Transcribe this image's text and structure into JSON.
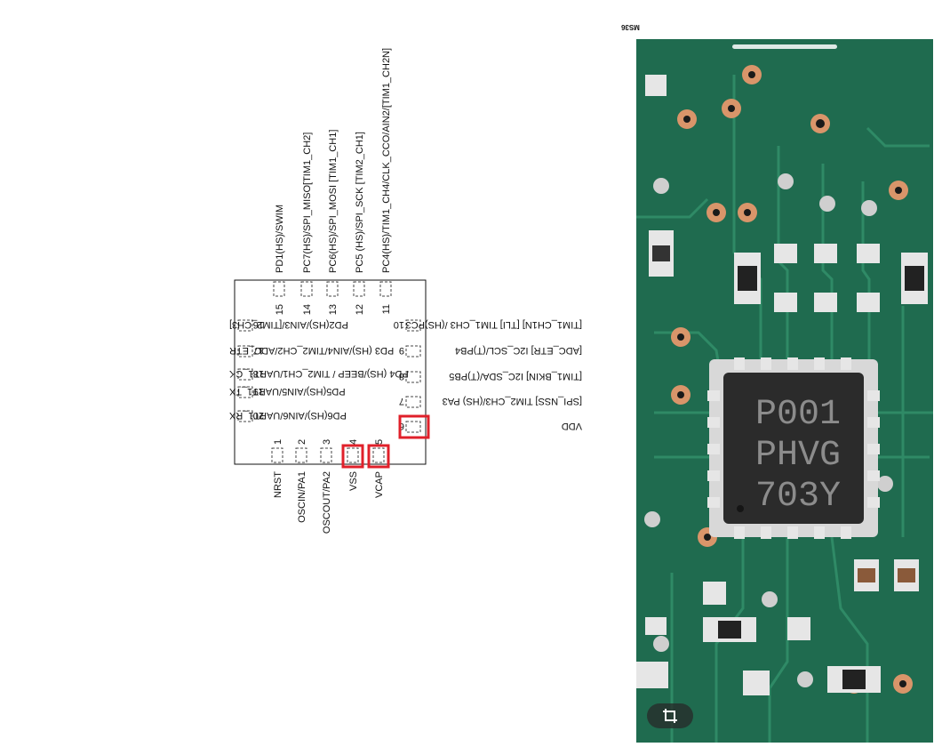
{
  "corner_tag": "MS36",
  "chip": {
    "pins_bottom": [
      {
        "num": "1",
        "label": "NRST",
        "highlight": false
      },
      {
        "num": "2",
        "label": "OSCIN/PA1",
        "highlight": false
      },
      {
        "num": "3",
        "label": "OSCOUT/PA2",
        "highlight": false
      },
      {
        "num": "4",
        "label": "VSS",
        "highlight": true
      },
      {
        "num": "5",
        "label": "VCAP",
        "highlight": true
      }
    ],
    "pins_right": [
      {
        "num": "6",
        "label": "VDD",
        "highlight": true
      },
      {
        "num": "7",
        "label": "[SPI_NSS] TIM2_CH3/(HS) PA3",
        "highlight": false
      },
      {
        "num": "8",
        "label": "[TIM1_BKIN] I2C_SDA/(T)PB5",
        "highlight": false
      },
      {
        "num": "9",
        "label": "[ADC_ETR] I2C_SCL/(T)PB4",
        "highlight": false
      },
      {
        "num": "10",
        "label": "[TIM1_CH1N] [TLI] TIM1_CH3 /(HS)PC3",
        "highlight": false
      }
    ],
    "pins_top": [
      {
        "num": "11",
        "label": "PC4(HS)/TIM1_CH4/CLK_CCO/AIN2/[TIM1_CH2N]",
        "highlight": false
      },
      {
        "num": "12",
        "label": "PC5 (HS)/SPI_SCK [TIM2_CH1]",
        "highlight": false
      },
      {
        "num": "13",
        "label": "PC6(HS)/SPI_MOSI [TIM1_CH1]",
        "highlight": false
      },
      {
        "num": "14",
        "label": "PC7(HS)/SPI_MISO[TIM1_CH2]",
        "highlight": false
      },
      {
        "num": "15",
        "label": "PD1(HS)/SWIM",
        "highlight": false
      }
    ],
    "pins_left": [
      {
        "num": "16",
        "label": "PD2(HS)/AIN3/[TIM2_CH3]",
        "highlight": false
      },
      {
        "num": "17",
        "label": "PD3 (HS)/AIN4/TIM2_CH2/ADC_ETR",
        "highlight": false
      },
      {
        "num": "18",
        "label": "PD4 (HS)/BEEP / TIM2_CH1/UART1_CK",
        "highlight": false
      },
      {
        "num": "19",
        "label": "PD5(HS)/AIN5/UART1_TX",
        "highlight": false
      },
      {
        "num": "20",
        "label": "PD6(HS)/AIN6/UART1_RX",
        "highlight": false
      }
    ]
  },
  "photo": {
    "marking": [
      "P001",
      "PHVG",
      "703Y"
    ]
  },
  "colors": {
    "highlight": "#e0202a",
    "pcb": "#1f6b4f",
    "copper": "#d9956a",
    "chip": "#2b2b2b"
  }
}
